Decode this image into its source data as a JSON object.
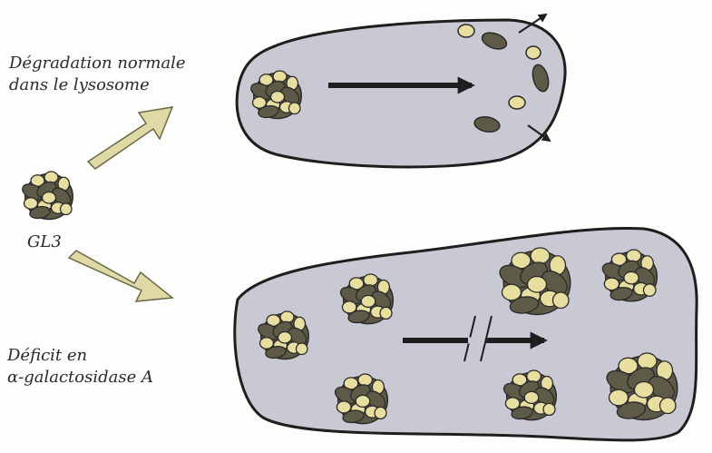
{
  "labels": {
    "normal_line1": "Dégradation normale",
    "normal_line2": "dans le lysosome",
    "substrate": "GL3",
    "deficit_line1": "Déficit en",
    "deficit_line2": "α-galactosidase A"
  },
  "colors": {
    "cytoplasm": "#c9c9d4",
    "outline": "#1e1e1e",
    "granule_light": "#e8dea0",
    "granule_dark": "#5e5a48",
    "pathway_arrow": "#dfd9a6",
    "flow_arrow": "#1e1e1e"
  }
}
